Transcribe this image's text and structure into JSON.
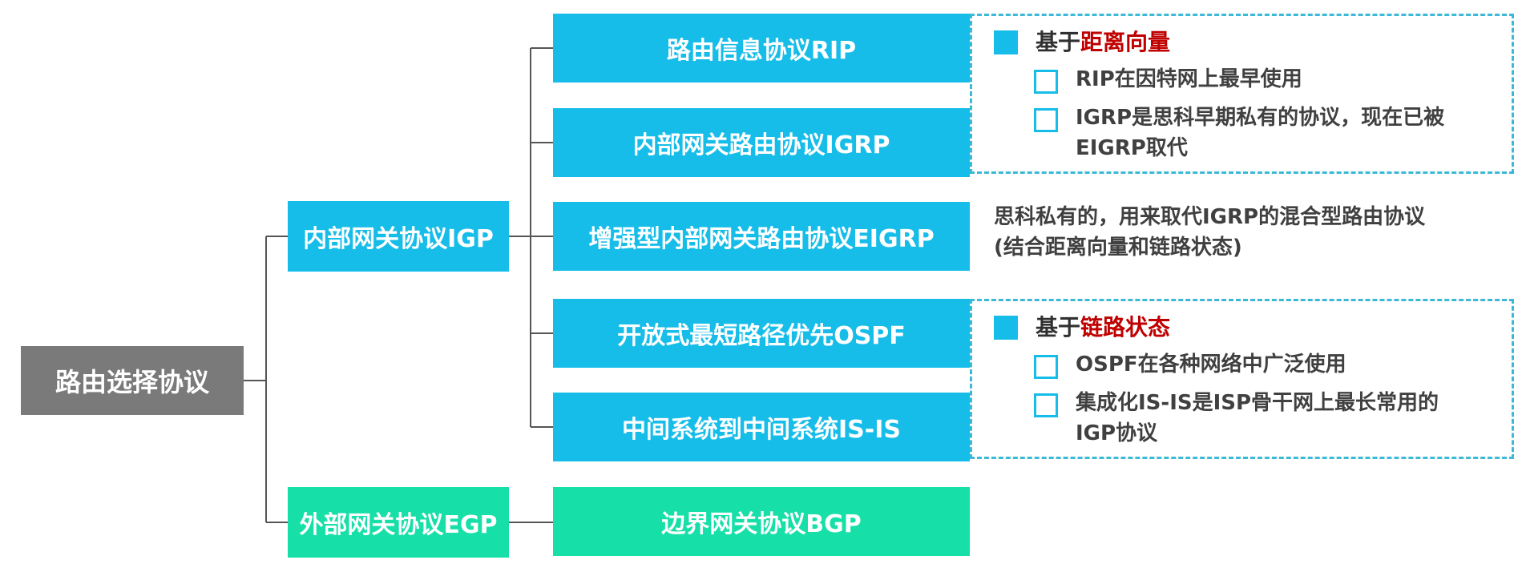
{
  "root": {
    "label": "路由选择协议"
  },
  "level1": [
    {
      "label": "内部网关协议IGP",
      "color": "#17bde9"
    },
    {
      "label": "外部网关协议EGP",
      "color": "#16dfa8"
    }
  ],
  "igp_children": [
    {
      "label": "路由信息协议RIP"
    },
    {
      "label": "内部网关路由协议IGRP"
    },
    {
      "label": "增强型内部网关路由协议EIGRP"
    },
    {
      "label": "开放式最短路径优先OSPF"
    },
    {
      "label": "中间系统到中间系统IS-IS"
    }
  ],
  "egp_children": [
    {
      "label": "边界网关协议BGP"
    }
  ],
  "notes": {
    "distance_vector": {
      "prefix": "基于",
      "highlight": "距离向量",
      "items": [
        {
          "lines": [
            "RIP在因特网上最早使用"
          ]
        },
        {
          "lines": [
            "IGRP是思科早期私有的协议，现在已被",
            "EIGRP取代"
          ]
        }
      ]
    },
    "eigrp": {
      "lines": [
        "思科私有的，用来取代IGRP的混合型路由协议",
        "(结合距离向量和链路状态)"
      ]
    },
    "link_state": {
      "prefix": "基于",
      "highlight": "链路状态",
      "items": [
        {
          "lines": [
            "OSPF在各种网络中广泛使用"
          ]
        },
        {
          "lines": [
            "集成化IS-IS是ISP骨干网上最长常用的",
            "IGP协议"
          ]
        }
      ]
    }
  },
  "colors": {
    "root": "#7a7a7a",
    "igp": "#17bde9",
    "egp": "#16dfa8",
    "highlight": "#c00000",
    "connector": "#555555"
  }
}
